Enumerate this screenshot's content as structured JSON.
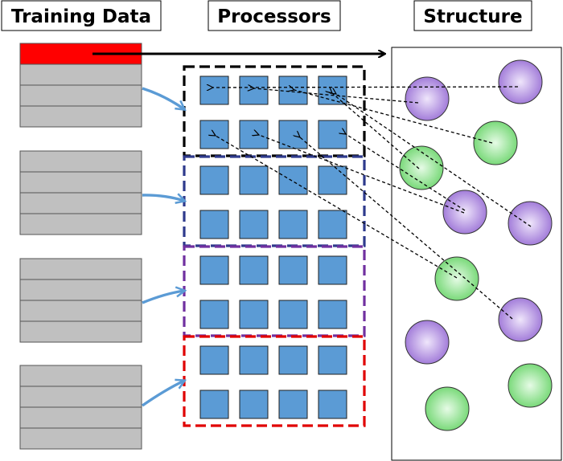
{
  "headers": {
    "training_data": "Training Data",
    "processors": "Processors",
    "structure": "Structure"
  },
  "colors": {
    "highlight_row": "#ff0000",
    "data_row": "#c0c0c0",
    "processor": "#5b9bd5",
    "feed_arrow": "#5b9bd5",
    "group_borders": [
      "#000000",
      "#2e3a8c",
      "#7030a0",
      "#e00000"
    ],
    "node_purple": "#9b72d6",
    "node_green": "#6fd66f"
  },
  "training_batches": [
    {
      "rows": 4,
      "highlighted_row": 0
    },
    {
      "rows": 4
    },
    {
      "rows": 4
    },
    {
      "rows": 4
    }
  ],
  "processor_groups": [
    {
      "border": "black"
    },
    {
      "border": "blue"
    },
    {
      "border": "purple"
    },
    {
      "border": "red"
    }
  ],
  "processor_grid": {
    "rows_per_group": 2,
    "cols": 4
  },
  "structure_nodes": [
    {
      "id": "n1",
      "type": "purple"
    },
    {
      "id": "n2",
      "type": "purple"
    },
    {
      "id": "n3",
      "type": "green"
    },
    {
      "id": "n4",
      "type": "green"
    },
    {
      "id": "n5",
      "type": "purple"
    },
    {
      "id": "n6",
      "type": "purple"
    },
    {
      "id": "n7",
      "type": "green"
    },
    {
      "id": "n8",
      "type": "purple"
    },
    {
      "id": "n9",
      "type": "purple"
    },
    {
      "id": "n10",
      "type": "green"
    },
    {
      "id": "n11",
      "type": "green"
    }
  ]
}
